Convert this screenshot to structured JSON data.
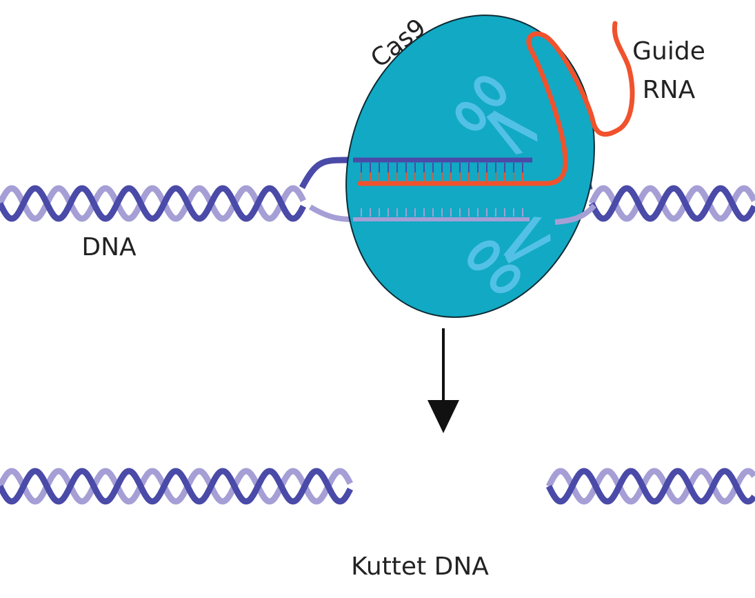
{
  "labels": {
    "cas9": "Cas9",
    "guide_line1": "Guide",
    "guide_line2": "RNA",
    "dna": "DNA",
    "result": "Kuttet DNA"
  },
  "colors": {
    "strand_dark": "#4a4aa8",
    "strand_light": "#a59fd6",
    "cas9_fill": "#12a9c4",
    "cas9_stroke": "#0b2a33",
    "guide_rna": "#f0522d",
    "scissors": "#5fc6ec",
    "arrow": "#111111"
  },
  "icons": {
    "upper_scissors": "scissors-icon",
    "lower_scissors": "scissors-icon"
  }
}
